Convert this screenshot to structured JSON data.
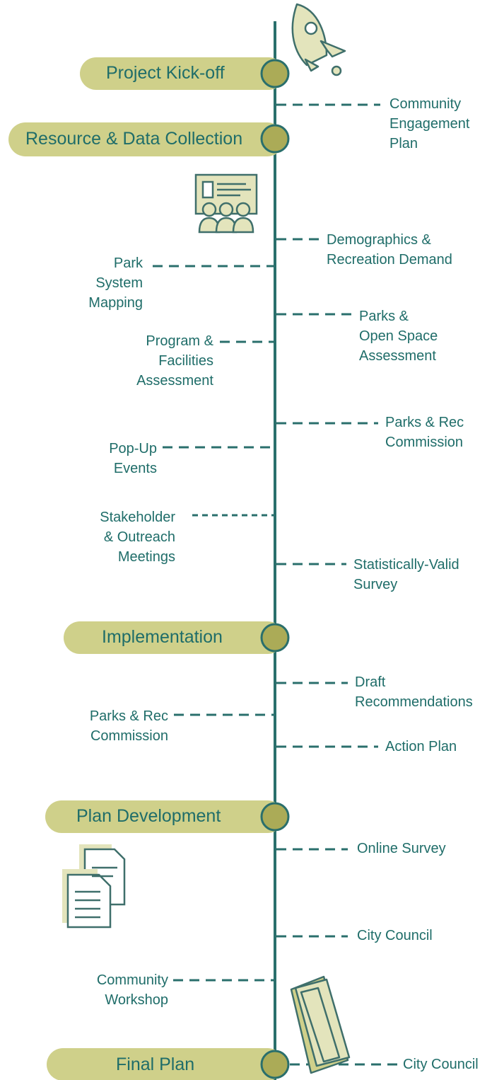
{
  "colors": {
    "teal": "#2a6f6c",
    "text": "#1f6d69",
    "pill": "#cfd08a",
    "node": "#abab57",
    "icon_fill": "#e3e4bc",
    "icon_stroke": "#3f6f6b"
  },
  "phases": [
    {
      "label": "Project Kick-off"
    },
    {
      "label": "Resource & Data Collection"
    },
    {
      "label": "Implementation"
    },
    {
      "label": "Plan Development"
    },
    {
      "label": "Final Plan"
    }
  ],
  "right_items": [
    {
      "label": "Community\nEngagement\nPlan"
    },
    {
      "label": "Demographics &\nRecreation Demand"
    },
    {
      "label": "Parks &\nOpen Space\nAssessment"
    },
    {
      "label": "Parks & Rec\nCommission"
    },
    {
      "label": "Statistically-Valid\nSurvey"
    },
    {
      "label": "Draft\nRecommendations"
    },
    {
      "label": "Action Plan"
    },
    {
      "label": "Online Survey"
    },
    {
      "label": "City Council"
    },
    {
      "label": "City Council"
    }
  ],
  "left_items": [
    {
      "label": "Park\nSystem\nMapping"
    },
    {
      "label": "Program &\nFacilities\nAssessment"
    },
    {
      "label": "Pop-Up\nEvents"
    },
    {
      "label": "Stakeholder\n& Outreach\nMeetings"
    },
    {
      "label": "Parks & Rec\nCommission"
    },
    {
      "label": "Community\nWorkshop"
    }
  ],
  "icons": [
    "rocket-icon",
    "presentation-icon",
    "documents-icon",
    "book-icon"
  ]
}
